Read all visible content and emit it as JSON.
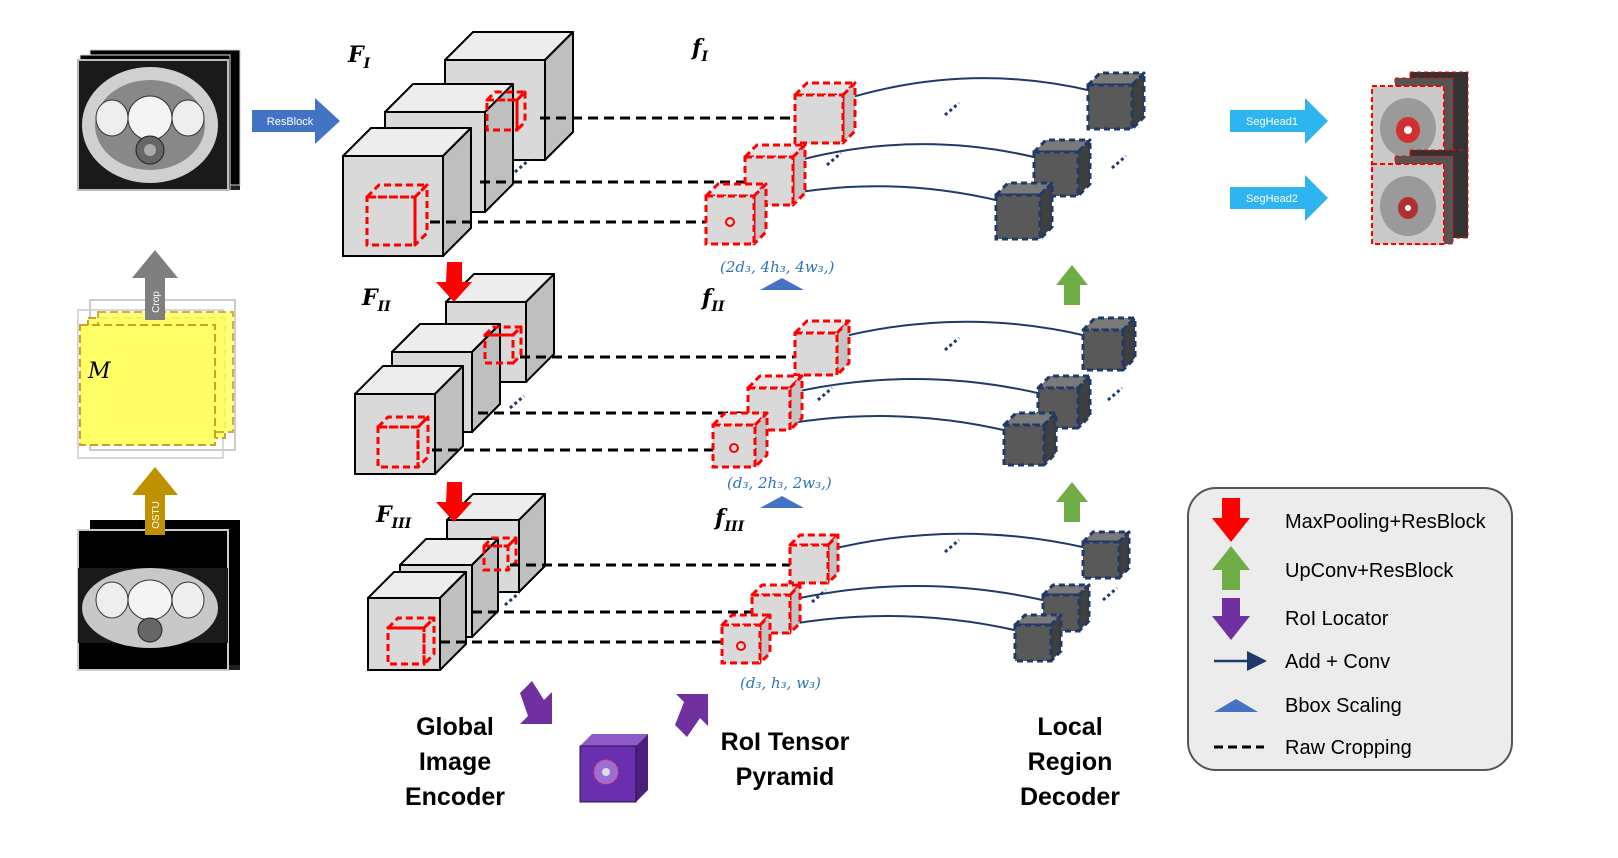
{
  "arrows": {
    "resblock": "ResBlock",
    "crop": "Crop",
    "ostu": "OSTU",
    "seghead1": "SegHead1",
    "seghead2": "SegHead2"
  },
  "mask_label": "M",
  "encoder_levels": {
    "F_I": "F",
    "F_I_sub": "I",
    "F_II": "F",
    "F_II_sub": "II",
    "F_III": "F",
    "F_III_sub": "III"
  },
  "roi_levels": {
    "f_I": "f",
    "f_I_sub": "I",
    "f_II": "f",
    "f_II_sub": "II",
    "f_III": "f",
    "f_III_sub": "III"
  },
  "bbox_scales": {
    "level1": "(2d₃, 4h₃, 4w₃,)",
    "level2": "(d₃, 2h₃, 2w₃,)",
    "level3": "(d₃, h₃, w₃)"
  },
  "sections": {
    "encoder": [
      "Global",
      "Image",
      "Encoder"
    ],
    "pyramid": [
      "RoI Tensor",
      "Pyramid"
    ],
    "decoder": [
      "Local",
      "Region",
      "Decoder"
    ]
  },
  "legend": {
    "maxpool": "MaxPooling+ResBlock",
    "upconv": "UpConv+ResBlock",
    "roi_locator": "RoI Locator",
    "add_conv": "Add + Conv",
    "bbox_scaling": "Bbox Scaling",
    "raw_cropping": "Raw Cropping"
  },
  "colors": {
    "blue_arrow": "#4472c4",
    "cyan_arrow": "#2eb4ee",
    "gray_arrow": "#7f7f7f",
    "ostu_arrow": "#bf9000",
    "red": "#ff0000",
    "green": "#70ad47",
    "purple": "#7030a0",
    "navy": "#1f3a68",
    "label_blue": "#2e75b6",
    "cube_face": "#d9d9d9",
    "cube_top": "#ededed",
    "cube_side": "#bfbfbf",
    "dark_cube": "#595959",
    "mask_yellow": "#ffff66"
  }
}
